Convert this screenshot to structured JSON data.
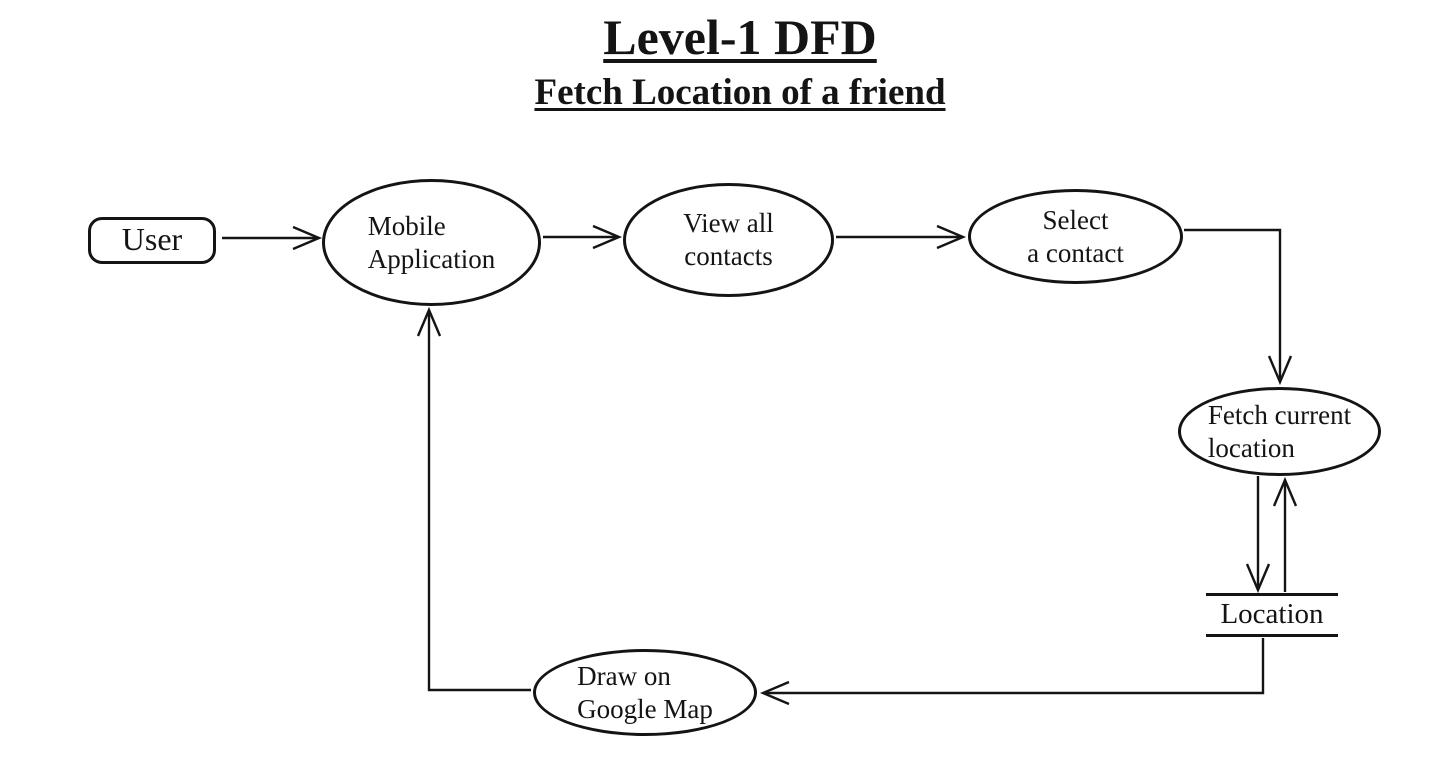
{
  "colors": {
    "ink": "#141414",
    "background": "#ffffff"
  },
  "diagram": {
    "title": "Level-1 DFD",
    "subtitle": "Fetch Location of a friend",
    "nodes": {
      "user": {
        "type": "external-entity",
        "label": "User"
      },
      "mobile_application": {
        "type": "process",
        "label_line1": "Mobile",
        "label_line2": "Application"
      },
      "view_all_contacts": {
        "type": "process",
        "label_line1": "View all",
        "label_line2": "contacts"
      },
      "select_a_contact": {
        "type": "process",
        "label_line1": "Select",
        "label_line2": "a contact"
      },
      "fetch_current_location": {
        "type": "process",
        "label_line1": "Fetch current",
        "label_line2": "location"
      },
      "location_store": {
        "type": "data-store",
        "label": "Location"
      },
      "draw_on_google_map": {
        "type": "process",
        "label_line1": "Draw on",
        "label_line2": "Google Map"
      }
    }
  }
}
